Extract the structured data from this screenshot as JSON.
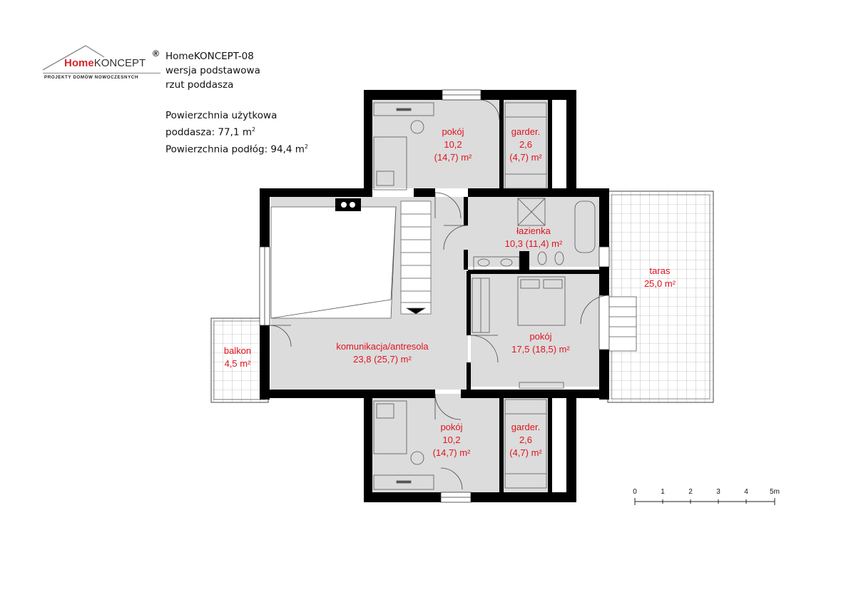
{
  "logo": {
    "brand_part1": "Home",
    "brand_part2": "KONCEPT",
    "registered": "®",
    "tagline": "PROJEKTY DOMÓW NOWOCZESNYCH"
  },
  "header": {
    "project_name": "HomeKONCEPT-08",
    "variant": "wersja podstawowa",
    "view": "rzut poddasza"
  },
  "area_info": {
    "line1": "Powierzchnia użytkowa",
    "line2_text": "poddasza: 77,1 m",
    "line2_sup": "2",
    "line3_text": "Powierzchnia podłóg: 94,4 m",
    "line3_sup": "2"
  },
  "rooms": {
    "pokoj_top": {
      "name": "pokój",
      "area": "10,2",
      "total": "(14,7) m²"
    },
    "garder_top": {
      "name": "garder.",
      "area": "2,6",
      "total": "(4,7) m²"
    },
    "lazienka": {
      "name": "łazienka",
      "area": "10,3 (11,4) m²"
    },
    "taras": {
      "name": "taras",
      "area": "25,0 m²"
    },
    "pokoj_right": {
      "name": "pokój",
      "area": "17,5 (18,5) m²"
    },
    "komunikacja": {
      "name": "komunikacja/antresola",
      "area": "23,8 (25,7) m²"
    },
    "balkon": {
      "name": "balkon",
      "area": "4,5 m²"
    },
    "pokoj_bottom": {
      "name": "pokój",
      "area": "10,2",
      "total": "(14,7) m²"
    },
    "garder_bottom": {
      "name": "garder.",
      "area": "2,6",
      "total": "(4,7) m²"
    }
  },
  "scale": {
    "ticks": [
      "0",
      "1",
      "2",
      "3",
      "4",
      "5m"
    ]
  },
  "colors": {
    "wall": "#000000",
    "floor": "#dcdcdc",
    "label": "#e0141e",
    "logo_red": "#d7262c"
  }
}
